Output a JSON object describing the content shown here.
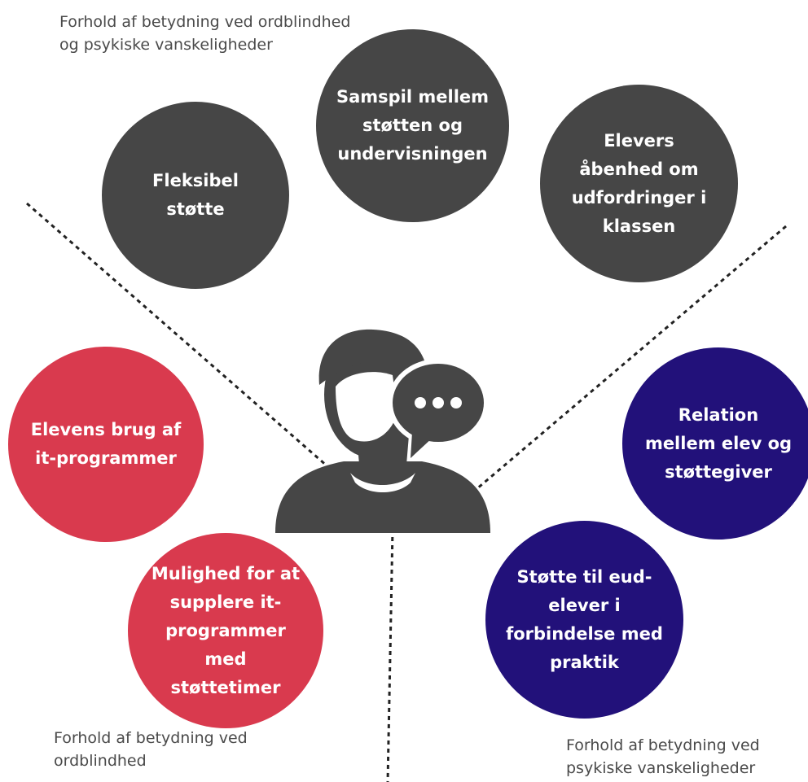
{
  "labels": {
    "both": [
      "Forhold af betydning ved ordblindhed",
      "og psykiske vanskeligheder"
    ],
    "dyslexia": [
      "Forhold af betydning ved",
      "ordblindhed"
    ],
    "psych": [
      "Forhold af betydning ved",
      "psykiske vanskeligheder"
    ]
  },
  "circles": {
    "flexible_support": [
      "Fleksibel",
      "støtte"
    ],
    "interplay": [
      "Samspil mellem",
      "støtten og",
      "undervisningen"
    ],
    "openness": [
      "Elevers",
      "åbenhed om",
      "udfordringer i",
      "klassen"
    ],
    "it_use": [
      "Elevens brug af",
      "it-programmer"
    ],
    "supplement": [
      "Mulighed for at",
      "supplere it-",
      "programmer",
      "med",
      "støttetimer"
    ],
    "relation": [
      "Relation",
      "mellem elev og",
      "støttegiver"
    ],
    "eud_support": [
      "Støtte til eud-",
      "elever i",
      "forbindelse med",
      "praktik"
    ]
  },
  "colors": {
    "shared": "#464646",
    "dyslexia": "#d93a4e",
    "psych": "#22117a",
    "person": "#464646"
  },
  "icons": {
    "center": "person-with-speech-bubble-icon"
  }
}
